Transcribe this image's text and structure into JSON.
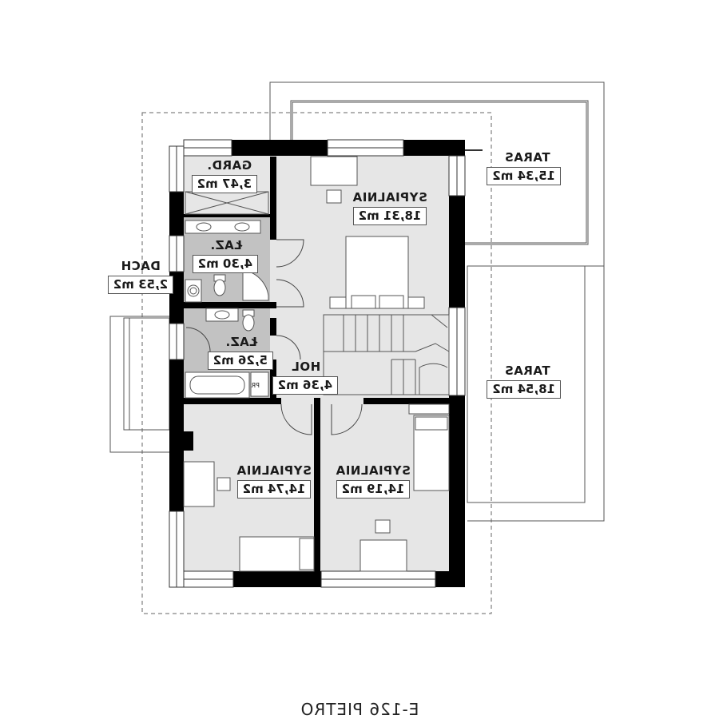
{
  "plan_title": "E-126 PIETRO",
  "rooms": {
    "gard": {
      "name": "GARD.",
      "area": "3,47 m2"
    },
    "laz1": {
      "name": "ŁAZ.",
      "area": "4,30 m2"
    },
    "laz2": {
      "name": "ŁAZ.",
      "area": "5,26 m2"
    },
    "sypialnia1": {
      "name": "SYPIALNIA",
      "area": "18,31 m2"
    },
    "hol": {
      "name": "HOL",
      "area": "4,36 m2"
    },
    "sypialnia2": {
      "name": "SYPIALNIA",
      "area": "14,74 m2"
    },
    "sypialnia3": {
      "name": "SYPIALNIA",
      "area": "14,19 m2"
    },
    "dach": {
      "name": "DACH",
      "area": "2,53 m2"
    },
    "taras1": {
      "name": "TARAS",
      "area": "15,34 m2"
    },
    "taras2": {
      "name": "TARAS",
      "area": "18,54 m2"
    }
  },
  "fixture_labels": {
    "pr": "PR"
  },
  "colors": {
    "wall": "#000000",
    "floor": "#e6e6e6",
    "wet_floor": "#c2c2c2",
    "line": "#555555"
  }
}
